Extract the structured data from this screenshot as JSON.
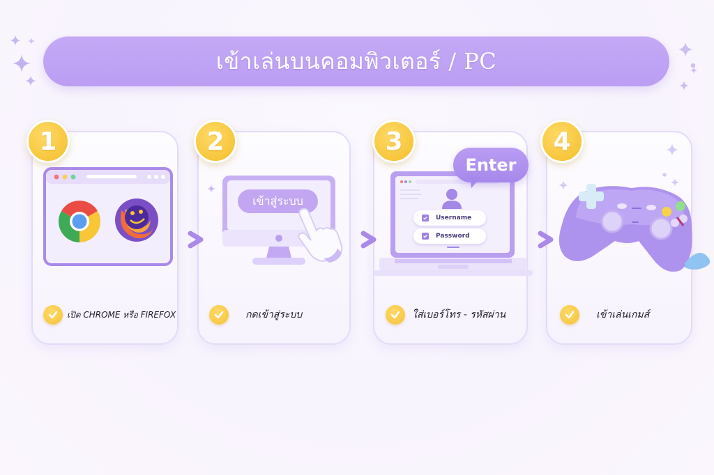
{
  "title": "เข้าเล่นบนคอมพิวเตอร์ / PC",
  "steps": [
    {
      "number": "1",
      "label": "เปิด CHROME หรือ FIREFOX",
      "illustration": "browser-window-with-chrome-and-firefox",
      "icons": [
        "chrome-icon",
        "firefox-icon"
      ]
    },
    {
      "number": "2",
      "label": "กดเข้าสู่ระบบ",
      "illustration": "monitor-with-login-button",
      "screen_button": "เข้าสู่ระบบ"
    },
    {
      "number": "3",
      "label": "ใส่เบอร์โทร - รหัสผ่าน",
      "illustration": "laptop-login-form",
      "bubble": "Enter",
      "fields": [
        "Username",
        "Password"
      ]
    },
    {
      "number": "4",
      "label": "เข้าเล่นเกมส์",
      "illustration": "gamepad-controller"
    }
  ],
  "colors": {
    "banner": "#bfa3f4",
    "badge": "#f7c63c",
    "accent_purple": "#a98ae8",
    "card_border": "#e4dbf8",
    "background": "#f9f6fd"
  }
}
